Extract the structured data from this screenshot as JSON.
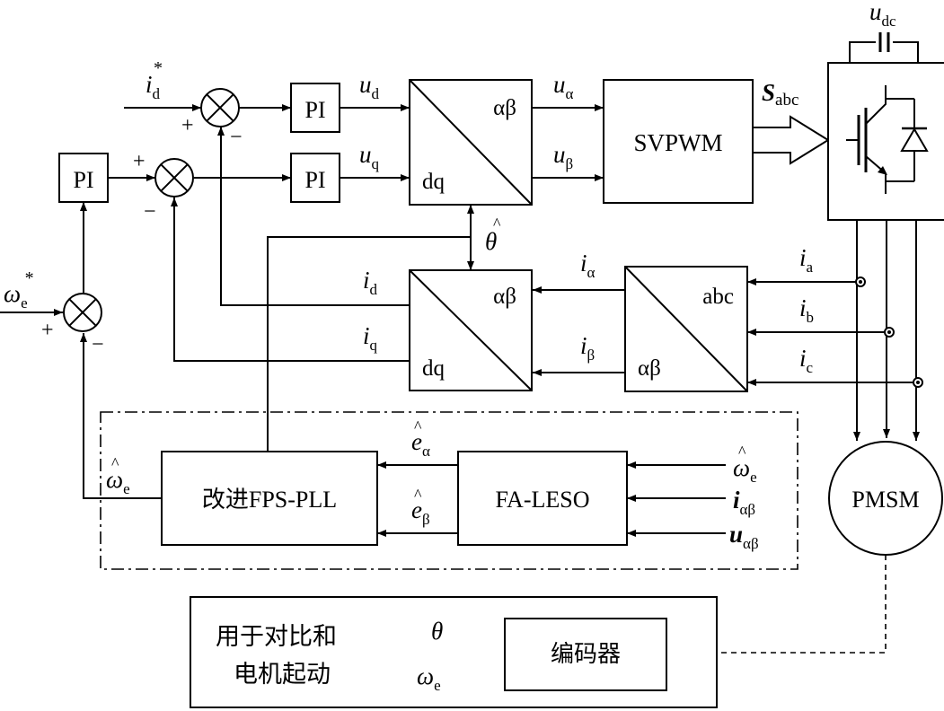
{
  "blocks": {
    "pi_speed": "PI",
    "pi_d": "PI",
    "pi_q": "PI",
    "park_dq": "dq",
    "park_ab": "αβ",
    "svpwm": "SVPWM",
    "ipark_ab": "αβ",
    "ipark_dq": "dq",
    "clarke_abc": "abc",
    "clarke_ab": "αβ",
    "pll": "改进FPS-PLL",
    "leso": "FA-LESO",
    "encoder": "编码器",
    "motor": "PMSM"
  },
  "symbols": {
    "omega": "ω",
    "i": "i",
    "u": "u",
    "e": "e",
    "theta": "θ",
    "S": "S",
    "star": "*",
    "hat": "^"
  },
  "subscripts": {
    "e": "e",
    "d": "d",
    "q": "q",
    "alpha": "α",
    "beta": "β",
    "alphabeta": "αβ",
    "a": "a",
    "b": "b",
    "c": "c",
    "abc": "abc",
    "dc": "dc"
  },
  "signs": {
    "plus": "+",
    "minus": "−"
  },
  "note": {
    "line1": "用于对比和",
    "line2": "电机起动"
  }
}
